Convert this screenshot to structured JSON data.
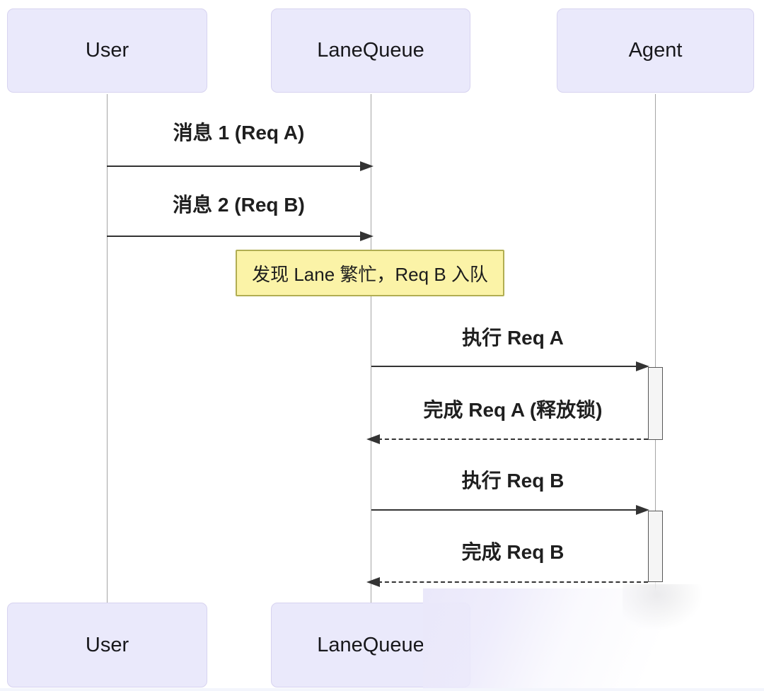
{
  "diagram": {
    "type": "sequence",
    "actors": [
      {
        "id": "user",
        "label": "User"
      },
      {
        "id": "lanequeue",
        "label": "LaneQueue"
      },
      {
        "id": "agent",
        "label": "Agent"
      }
    ],
    "messages": [
      {
        "label": "消息 1 (Req A)",
        "from": "User",
        "to": "LaneQueue",
        "style": "solid"
      },
      {
        "label": "消息 2 (Req B)",
        "from": "User",
        "to": "LaneQueue",
        "style": "solid"
      },
      {
        "label": "执行 Req A",
        "from": "LaneQueue",
        "to": "Agent",
        "style": "solid"
      },
      {
        "label": "完成 Req A (释放锁)",
        "from": "Agent",
        "to": "LaneQueue",
        "style": "dashed"
      },
      {
        "label": "执行 Req B",
        "from": "LaneQueue",
        "to": "Agent",
        "style": "solid"
      },
      {
        "label": "完成 Req B",
        "from": "Agent",
        "to": "LaneQueue",
        "style": "dashed"
      }
    ],
    "note": {
      "label": "发现 Lane 繁忙，Req B 入队",
      "over": "LaneQueue"
    },
    "colors": {
      "actor_fill": "#eae9fb",
      "actor_border": "#d7d3f0",
      "note_fill": "#fbf3a7",
      "note_border": "#b1ae52",
      "arrow": "#333333",
      "lifeline": "#a5a5a5",
      "activation_fill": "#f5f5f5",
      "activation_border": "#575757"
    }
  }
}
